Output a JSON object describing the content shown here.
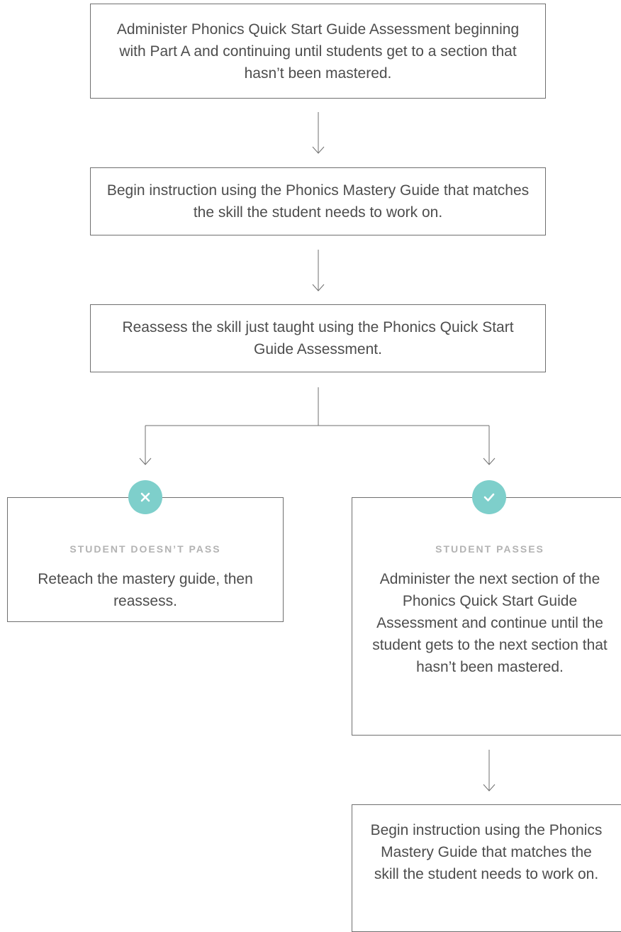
{
  "steps": {
    "assess": "Administer Phonics Quick Start Guide Assessment beginning with Part A and continuing until students get to a section that hasn’t been mastered.",
    "instruct": "Begin instruction using the Phonics Mastery Guide that matches the skill the student needs to work on.",
    "reassess": "Reassess the skill just taught using the Phonics Quick Start Guide Assessment."
  },
  "outcomes": {
    "fail": {
      "icon": "x-icon",
      "label": "STUDENT DOESN’T PASS",
      "text": "Reteach the mastery guide, then reassess."
    },
    "pass": {
      "icon": "check-icon",
      "label": "STUDENT PASSES",
      "text": "Administer the next section of the Phonics Quick Start Guide Assessment and continue until the student gets to the next section that hasn’t been mastered."
    }
  },
  "final_step": "Begin instruction using the Phonics Mastery Guide that matches the skill the student needs to work on.",
  "colors": {
    "border": "#6f6f6f",
    "text": "#4d4d4d",
    "badge": "#7ecfcb",
    "label": "#b3b3b3"
  }
}
